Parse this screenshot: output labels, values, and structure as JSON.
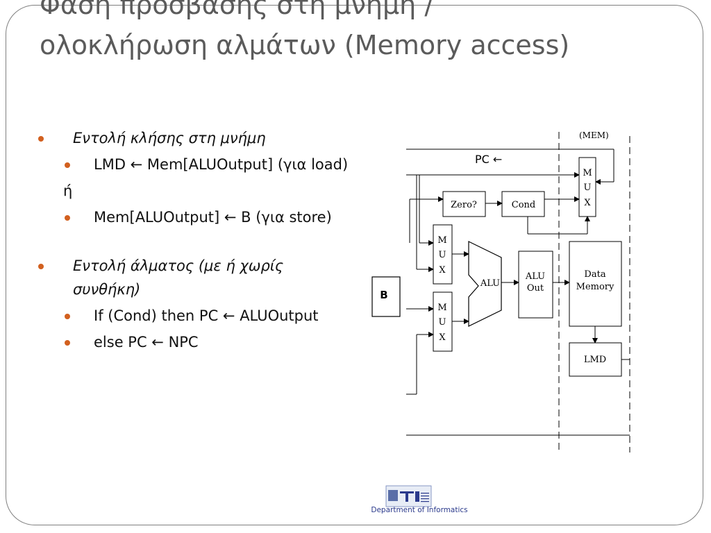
{
  "slide": {
    "title_lines": [
      "Φάση πρόσβασης στη μνήμη /",
      "ολοκλήρωση αλμάτων (Memory access)"
    ]
  },
  "content": {
    "item1": {
      "label": "Εντολή κλήσης στη μνήμη",
      "sub": [
        "LMD ← Mem[ALUOutput] (για load)",
        "Mem[ALUOutput] ← B (για store)"
      ],
      "or_text": "ή"
    },
    "item2": {
      "label": "Εντολή άλματος (με ή χωρίς συνθήκη)",
      "sub": [
        "If (Cond) then PC ← ALUOutput",
        "else PC ← NPC"
      ]
    }
  },
  "diagram": {
    "pc_label": "PC ←",
    "mem_label": "(MEM)",
    "b_label": "B",
    "zero_label": "Zero?",
    "cond_label": "Cond",
    "mux_letters": [
      "M",
      "U",
      "X"
    ],
    "alu_label": "ALU",
    "alu_out_label": [
      "ALU",
      "Out"
    ],
    "data_memory_label": [
      "Data",
      "Memory"
    ],
    "lmd_label": "LMD"
  },
  "footer": {
    "logo_text": "Department of Informatics"
  },
  "colors": {
    "title": "#5b5b5b",
    "bullet": "#d2601f",
    "logo": "#2b3a8c"
  }
}
